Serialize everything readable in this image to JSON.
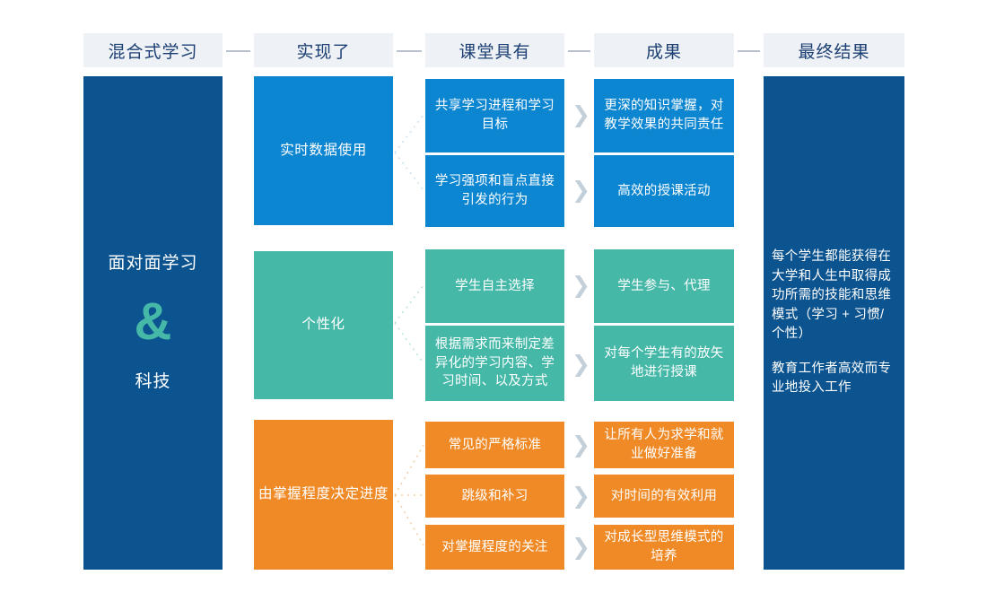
{
  "colors": {
    "dark_blue": "#0c5490",
    "blue": "#0d86d1",
    "teal": "#45b8a8",
    "orange": "#ef8a26",
    "header_bg": "#eef2f6",
    "header_text": "#1c3f73",
    "chevron": "#c3d0da",
    "page_bg": "#ffffff"
  },
  "header": {
    "columns": [
      {
        "label": "混合式学习"
      },
      {
        "label": "实现了"
      },
      {
        "label": "课堂具有"
      },
      {
        "label": "成果"
      },
      {
        "label": "最终结果"
      }
    ]
  },
  "left_panel": {
    "line1": "面对面学习",
    "symbol": "&",
    "line2": "科技"
  },
  "right_panel": {
    "paragraph1": "每个学生都能获得在大学和人生中取得成功所需的技能和思维模式（学习 + 习惯/个性）",
    "paragraph2": "教育工作者高效而专业地投入工作"
  },
  "rows": [
    {
      "color_key": "blue",
      "category": "实时数据使用",
      "classroom": [
        "共享学习进程和学习目标",
        "学习强项和盲点直接引发的行为"
      ],
      "outcomes": [
        "更深的知识掌握，对教学效果的共同责任",
        "高效的授课活动"
      ]
    },
    {
      "color_key": "teal",
      "category": "个性化",
      "classroom": [
        "学生自主选择",
        "根据需求而来制定差异化的学习内容、学习时间、以及方式"
      ],
      "outcomes": [
        "学生参与、代理",
        "对每个学生有的放矢地进行授课"
      ]
    },
    {
      "color_key": "orange",
      "category": "由掌握程度决定进度",
      "classroom": [
        "常见的严格标准",
        "跳级和补习",
        "对掌握程度的关注"
      ],
      "outcomes": [
        "让所有人为求学和就业做好准备",
        "对时间的有效利用",
        "对成长型思维模式的培养"
      ]
    }
  ],
  "chevron_glyph": "❯"
}
